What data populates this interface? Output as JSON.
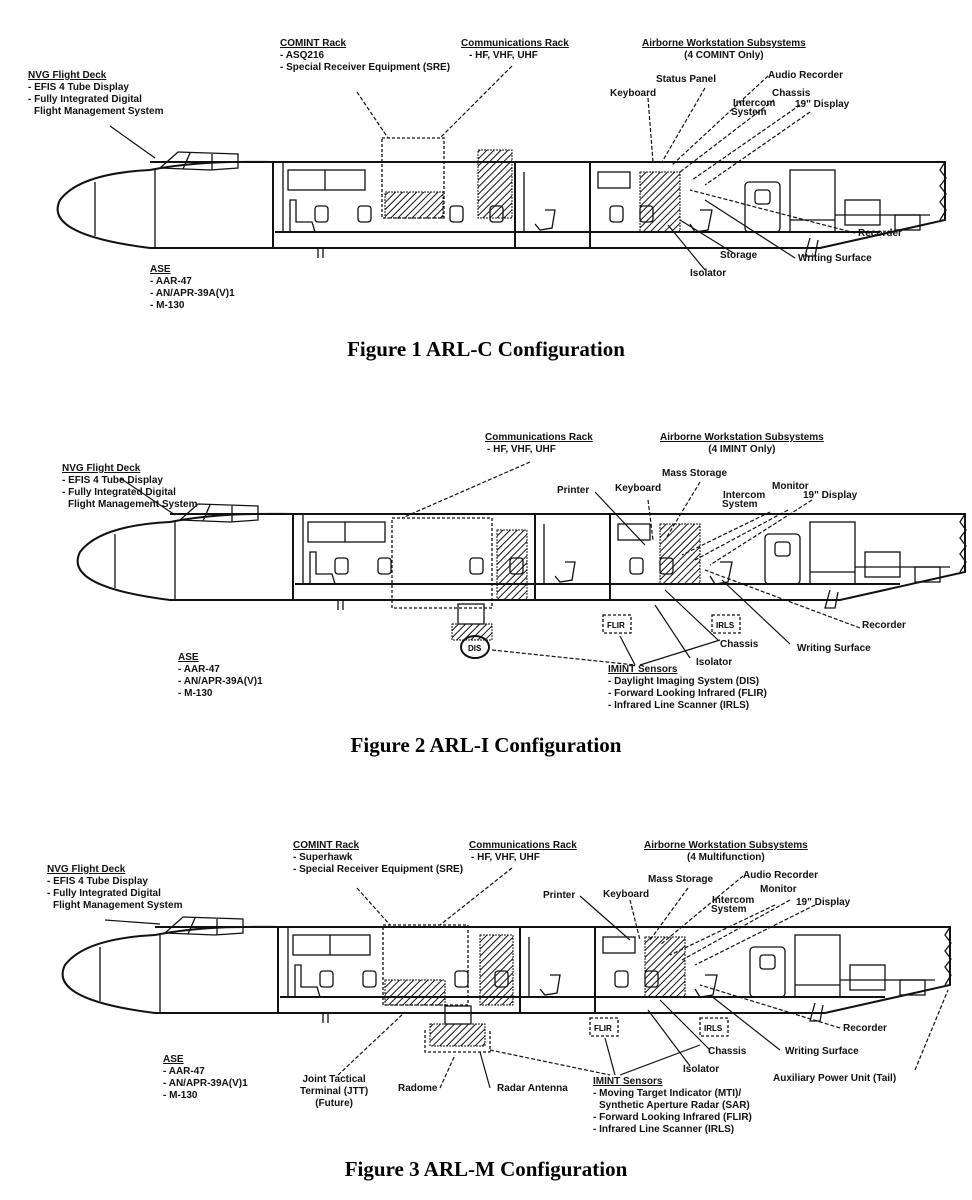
{
  "figures": [
    {
      "caption": "Figure 1 ARL-C Configuration",
      "nvg": {
        "title": "NVG Flight Deck",
        "items": [
          "- EFIS 4 Tube Display",
          "- Fully Integrated Digital",
          "  Flight Management System"
        ]
      },
      "comint": {
        "title": "COMINT Rack",
        "items": [
          "- ASQ216",
          "- Special Receiver Equipment (SRE)"
        ]
      },
      "comms": {
        "title": "Communications Rack",
        "items": [
          "- HF, VHF, UHF"
        ]
      },
      "aws": {
        "title": "Airborne Workstation Subsystems",
        "subtitle": "(4 COMINT Only)"
      },
      "callouts": {
        "status_panel": "Status Panel",
        "audio_recorder": "Audio Recorder",
        "keyboard": "Keyboard",
        "chassis_top": "Chassis",
        "intercom": "Intercom",
        "system": "System",
        "display": "19\" Display",
        "recorder": "Recorder",
        "writing_surface": "Writing Surface",
        "storage": "Storage",
        "isolator": "Isolator"
      },
      "ase": {
        "title": "ASE",
        "items": [
          "- AAR-47",
          "- AN/APR-39A(V)1",
          "- M-130"
        ]
      }
    },
    {
      "caption": "Figure 2 ARL-I Configuration",
      "nvg": {
        "title": "NVG Flight Deck",
        "items": [
          "- EFIS 4 Tube Display",
          "- Fully Integrated Digital",
          "  Flight Management System"
        ]
      },
      "comms": {
        "title": "Communications Rack",
        "items": [
          "- HF, VHF, UHF"
        ]
      },
      "aws": {
        "title": "Airborne Workstation Subsystems",
        "subtitle": "(4 IMINT Only)"
      },
      "callouts": {
        "mass_storage": "Mass Storage",
        "printer": "Printer",
        "keyboard": "Keyboard",
        "monitor": "Monitor",
        "intercom": "Intercom",
        "system": "System",
        "display": "19\" Display",
        "recorder": "Recorder",
        "writing_surface": "Writing Surface",
        "chassis": "Chassis",
        "isolator": "Isolator",
        "dis": "DIS",
        "flir": "FLIR",
        "irls": "IRLS"
      },
      "imint": {
        "title": "IMINT Sensors",
        "items": [
          "- Daylight Imaging System (DIS)",
          "- Forward Looking Infrared (FLIR)",
          "- Infrared Line Scanner (IRLS)"
        ]
      },
      "ase": {
        "title": "ASE",
        "items": [
          "- AAR-47",
          "- AN/APR-39A(V)1",
          "- M-130"
        ]
      }
    },
    {
      "caption": "Figure 3 ARL-M Configuration",
      "nvg": {
        "title": "NVG Flight Deck",
        "items": [
          "- EFIS 4 Tube Display",
          "- Fully Integrated Digital",
          "  Flight Management System"
        ]
      },
      "comint": {
        "title": "COMINT Rack",
        "items": [
          "- Superhawk",
          "- Special Receiver Equipment (SRE)"
        ]
      },
      "comms": {
        "title": "Communications Rack",
        "items": [
          "- HF, VHF, UHF"
        ]
      },
      "aws": {
        "title": "Airborne Workstation Subsystems",
        "subtitle": "(4 Multifunction)"
      },
      "callouts": {
        "mass_storage": "Mass Storage",
        "audio_recorder": "Audio Recorder",
        "printer": "Printer",
        "keyboard": "Keyboard",
        "monitor": "Monitor",
        "intercom": "Intercom",
        "system": "System",
        "display": "19\" Display",
        "recorder": "Recorder",
        "writing_surface": "Writing Surface",
        "chassis": "Chassis",
        "isolator": "Isolator",
        "flir": "FLIR",
        "irls": "IRLS",
        "jtt": [
          "Joint Tactical",
          "Terminal (JTT)",
          "(Future)"
        ],
        "radome": "Radome",
        "radar_antenna": "Radar Antenna",
        "apu": "Auxiliary Power Unit (Tail)"
      },
      "imint": {
        "title": "IMINT Sensors",
        "items": [
          "- Moving Target Indicator (MTI)/",
          "  Synthetic Aperture Radar (SAR)",
          "- Forward Looking Infrared (FLIR)",
          "- Infrared Line Scanner (IRLS)"
        ]
      },
      "ase": {
        "title": "ASE",
        "items": [
          "- AAR-47",
          "- AN/APR-39A(V)1",
          "- M-130"
        ]
      }
    }
  ]
}
